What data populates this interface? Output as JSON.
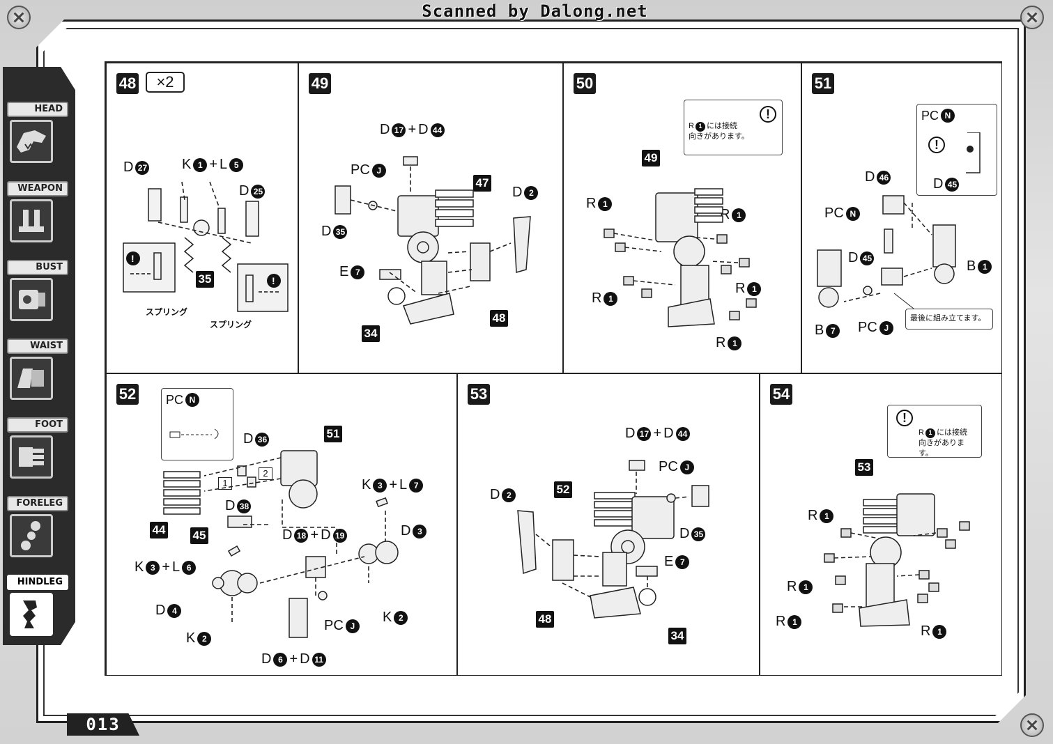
{
  "banner": "Scanned by Dalong.net",
  "page_number": "013",
  "sidebar": {
    "tabs": [
      {
        "label": "HEAD",
        "icon": "head-icon"
      },
      {
        "label": "WEAPON",
        "icon": "weapon-icon"
      },
      {
        "label": "BUST",
        "icon": "bust-icon"
      },
      {
        "label": "WAIST",
        "icon": "waist-icon"
      },
      {
        "label": "FOOT",
        "icon": "foot-icon"
      },
      {
        "label": "FORELEG",
        "icon": "foreleg-icon"
      },
      {
        "label": "HINDLEG",
        "icon": "hindleg-icon"
      }
    ],
    "active": "HINDLEG"
  },
  "steps": {
    "s48": {
      "number": "48",
      "multiplier": "×2",
      "refs": [
        "D",
        "27",
        "K",
        "1",
        "+",
        "L",
        "5",
        "D",
        "25"
      ],
      "tag": "35",
      "spring": "スプリング"
    },
    "s49": {
      "number": "49",
      "ref_top": [
        "D",
        "17",
        "+",
        "D",
        "44"
      ],
      "pc": [
        "PC",
        "J"
      ],
      "d2": [
        "D",
        "2"
      ],
      "d35": [
        "D",
        "35"
      ],
      "e7": [
        "E",
        "7"
      ],
      "tags": [
        "47",
        "48",
        "34"
      ]
    },
    "s50": {
      "number": "50",
      "note": [
        "R",
        "1",
        "には接続",
        "向きがあります。"
      ],
      "tag": "49",
      "r": "R",
      "one": "1"
    },
    "s51": {
      "number": "51",
      "pc_n": [
        "PC",
        "N"
      ],
      "d46": [
        "D",
        "46"
      ],
      "d45": [
        "D",
        "45"
      ],
      "b1": [
        "B",
        "1"
      ],
      "b7": [
        "B",
        "7"
      ],
      "pcj": [
        "PC",
        "J"
      ],
      "callout": "最後に組み立てます。"
    },
    "s52": {
      "number": "52",
      "pc_n": [
        "PC",
        "N"
      ],
      "d36": [
        "D",
        "36"
      ],
      "d38": [
        "D",
        "38"
      ],
      "k3l7": [
        "K",
        "3",
        "+",
        "L",
        "7"
      ],
      "d3": [
        "D",
        "3"
      ],
      "d18d19": [
        "D",
        "18",
        "+",
        "D",
        "19"
      ],
      "k3l6": [
        "K",
        "3",
        "+",
        "L",
        "6"
      ],
      "d4": [
        "D",
        "4"
      ],
      "k2a": [
        "K",
        "2"
      ],
      "k2b": [
        "K",
        "2"
      ],
      "pcj": [
        "PC",
        "J"
      ],
      "d6d11": [
        "D",
        "6",
        "+",
        "D",
        "11"
      ],
      "tags": [
        "51",
        "44",
        "45"
      ],
      "boxes": [
        "1",
        "2"
      ]
    },
    "s53": {
      "number": "53",
      "ref_top": [
        "D",
        "17",
        "+",
        "D",
        "44"
      ],
      "pcj": [
        "PC",
        "J"
      ],
      "d2": [
        "D",
        "2"
      ],
      "d35": [
        "D",
        "35"
      ],
      "e7": [
        "E",
        "7"
      ],
      "tags": [
        "52",
        "48",
        "34"
      ]
    },
    "s54": {
      "number": "54",
      "note": [
        "R",
        "1",
        "には接続",
        "向きがあります。"
      ],
      "tag": "53",
      "r": "R",
      "one": "1"
    }
  }
}
